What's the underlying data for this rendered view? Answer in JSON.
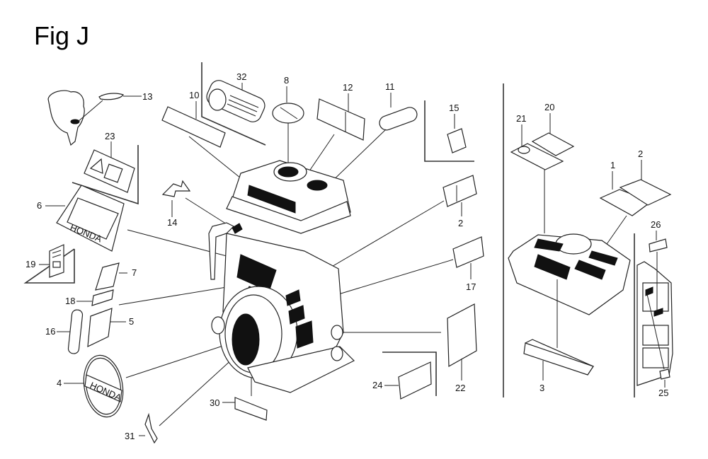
{
  "figure": {
    "title": "Fig J",
    "description": "Exploded parts diagram of engine decals/labels"
  },
  "callouts": [
    {
      "id": "13",
      "label": "13",
      "part": "emblem-strip"
    },
    {
      "id": "23",
      "label": "23",
      "part": "warning-label"
    },
    {
      "id": "6",
      "label": "6",
      "part": "honda-panel-label"
    },
    {
      "id": "19",
      "label": "19",
      "part": "instruction-label"
    },
    {
      "id": "7",
      "label": "7",
      "part": "label-square"
    },
    {
      "id": "18",
      "label": "18",
      "part": "label-strip"
    },
    {
      "id": "16",
      "label": "16",
      "part": "oval-label"
    },
    {
      "id": "5",
      "label": "5",
      "part": "label-square"
    },
    {
      "id": "4",
      "label": "4",
      "part": "honda-emblem"
    },
    {
      "id": "31",
      "label": "31",
      "part": "arrow-label"
    },
    {
      "id": "30",
      "label": "30",
      "part": "strip-label"
    },
    {
      "id": "10",
      "label": "10",
      "part": "tank-strip-label"
    },
    {
      "id": "32",
      "label": "32",
      "part": "air-cleaner-label"
    },
    {
      "id": "8",
      "label": "8",
      "part": "fuel-cap-label"
    },
    {
      "id": "12",
      "label": "12",
      "part": "caution-label"
    },
    {
      "id": "11",
      "label": "11",
      "part": "oval-tank-label"
    },
    {
      "id": "14",
      "label": "14",
      "part": "arrow-label"
    },
    {
      "id": "15",
      "label": "15",
      "part": "small-label"
    },
    {
      "id": "2a",
      "label": "2",
      "part": "caution-label"
    },
    {
      "id": "17",
      "label": "17",
      "part": "blank-label"
    },
    {
      "id": "22",
      "label": "22",
      "part": "large-label"
    },
    {
      "id": "24",
      "label": "24",
      "part": "label"
    },
    {
      "id": "21",
      "label": "21",
      "part": "caution-label"
    },
    {
      "id": "20",
      "label": "20",
      "part": "caution-label"
    },
    {
      "id": "1",
      "label": "1",
      "part": "caution-label"
    },
    {
      "id": "2b",
      "label": "2",
      "part": "caution-label"
    },
    {
      "id": "26",
      "label": "26",
      "part": "strip-label"
    },
    {
      "id": "3",
      "label": "3",
      "part": "tank-label"
    },
    {
      "id": "25",
      "label": "25",
      "part": "small-label"
    }
  ],
  "texts": {
    "honda_panel": "HONDA",
    "honda_emblem": "HONDA",
    "warning_symbols": "⚠ i"
  }
}
